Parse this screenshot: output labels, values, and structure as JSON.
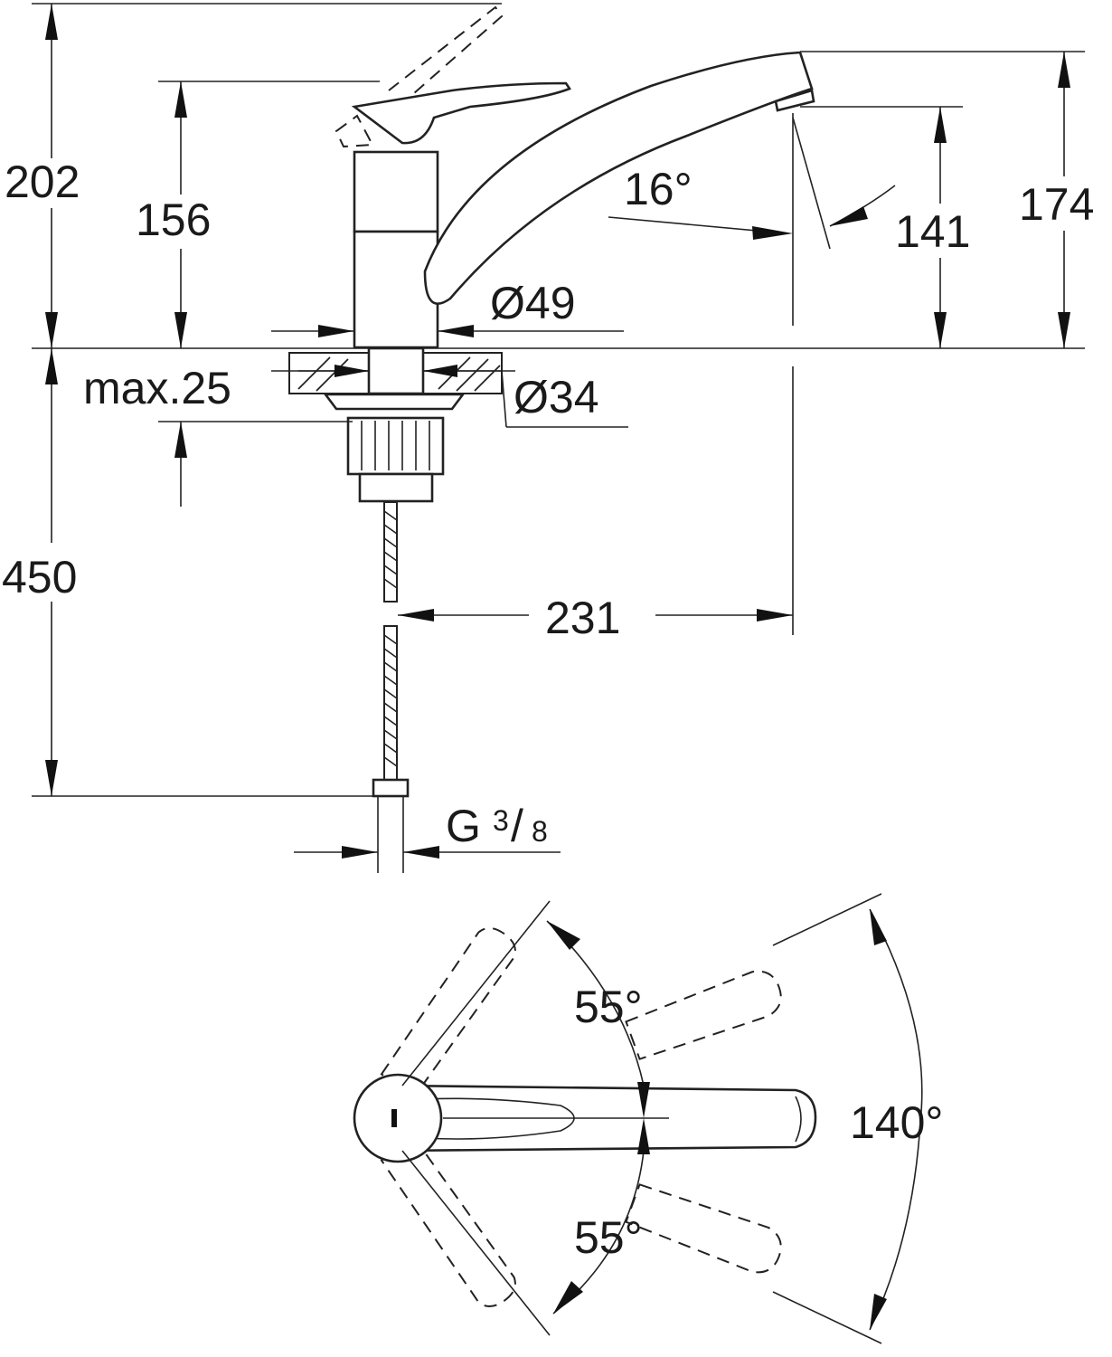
{
  "side_view": {
    "dim_total_height": "202",
    "dim_body_height": "156",
    "dim_spout_height": "174",
    "dim_outlet_height": "141",
    "dim_spout_angle": "16°",
    "dim_body_diameter": "Ø49",
    "dim_shank_diameter": "Ø34",
    "dim_max_counter": "max.25",
    "dim_hose_length": "450",
    "dim_reach": "231",
    "connection_thread_main": "G",
    "connection_thread_num": "3",
    "connection_thread_slash": "/",
    "connection_thread_den": "8"
  },
  "top_view": {
    "angle_upper": "55°",
    "angle_lower": "55°",
    "angle_total": "140°"
  }
}
